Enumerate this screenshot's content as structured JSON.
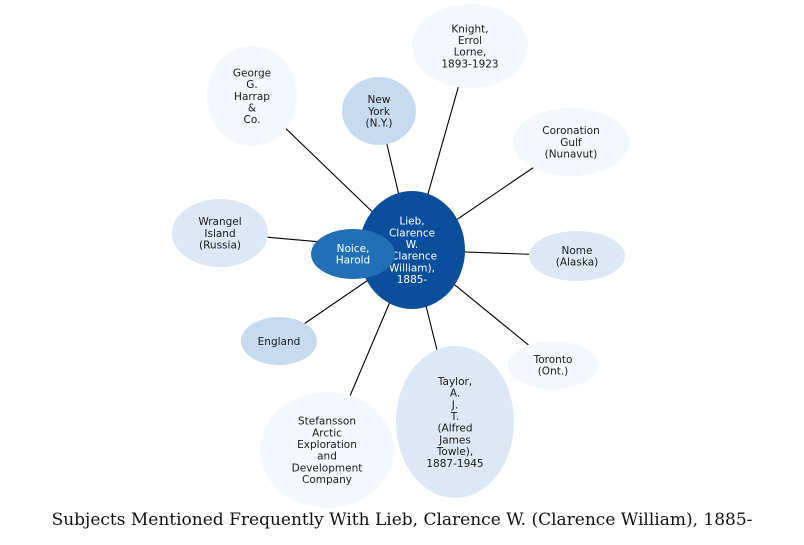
{
  "caption": "Subjects Mentioned Frequently With Lieb, Clarence W. (Clarence William), 1885-",
  "colors": {
    "level0": "#0b4f9c",
    "level1": "#2170b5",
    "level2": "#c6dbef",
    "level3": "#dce8f5",
    "level4": "#f4f8fd"
  },
  "center": {
    "id": "lieb",
    "lines": [
      "Lieb,",
      "Clarence",
      "W.",
      "(Clarence",
      "William),",
      "1885-"
    ],
    "color": "level0"
  },
  "nodes": [
    {
      "id": "harrap",
      "lines": [
        "George",
        "G.",
        "Harrap",
        "&",
        "Co."
      ],
      "color": "level4"
    },
    {
      "id": "new-york",
      "lines": [
        "New",
        "York",
        "(N.Y.)"
      ],
      "color": "level2"
    },
    {
      "id": "knight",
      "lines": [
        "Knight,",
        "Errol",
        "Lorne,",
        "1893-1923"
      ],
      "color": "level4"
    },
    {
      "id": "coronation",
      "lines": [
        "Coronation",
        "Gulf",
        "(Nunavut)"
      ],
      "color": "level4"
    },
    {
      "id": "nome",
      "lines": [
        "Nome",
        "(Alaska)"
      ],
      "color": "level3"
    },
    {
      "id": "toronto",
      "lines": [
        "Toronto",
        "(Ont.)"
      ],
      "color": "level4"
    },
    {
      "id": "taylor",
      "lines": [
        "Taylor,",
        "A.",
        "J.",
        "T.",
        "(Alfred",
        "James",
        "Towle),",
        "1887-1945"
      ],
      "color": "level3"
    },
    {
      "id": "stefansson",
      "lines": [
        "Stefansson",
        "Arctic",
        "Exploration",
        "and",
        "Development",
        "Company"
      ],
      "color": "level4"
    },
    {
      "id": "england",
      "lines": [
        "England"
      ],
      "color": "level2"
    },
    {
      "id": "wrangel",
      "lines": [
        "Wrangel",
        "Island",
        "(Russia)"
      ],
      "color": "level3"
    },
    {
      "id": "noice",
      "lines": [
        "Noice,",
        "Harold"
      ],
      "color": "level1"
    }
  ]
}
